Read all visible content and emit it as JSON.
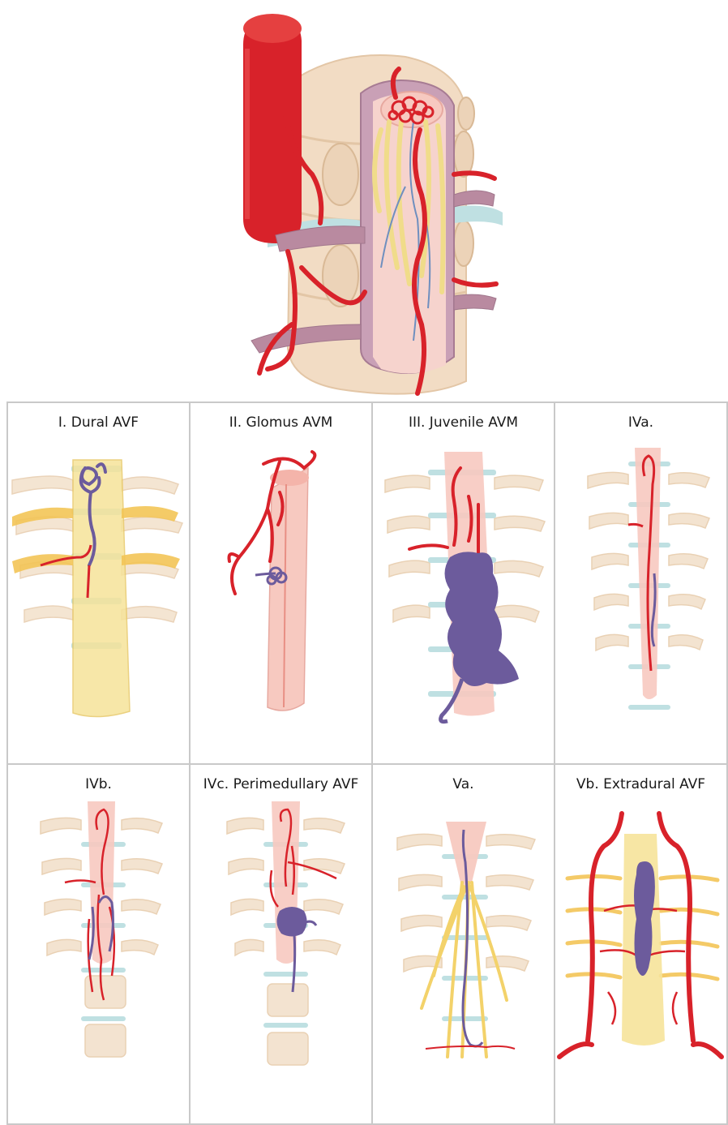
{
  "panels": [
    {
      "id": "I",
      "label": "I. Dural AVF"
    },
    {
      "id": "II",
      "label": "II. Glomus AVM"
    },
    {
      "id": "III",
      "label": "III. Juvenile AVM"
    },
    {
      "id": "IVa",
      "label": "IVa."
    },
    {
      "id": "IVb",
      "label": "IVb."
    },
    {
      "id": "IVc",
      "label": "IVc. Perimedullary AVF"
    },
    {
      "id": "Va",
      "label": "Va."
    },
    {
      "id": "Vb",
      "label": "Vb. Extradural AVF"
    }
  ],
  "colors": {
    "artery": "#d8222a",
    "vein": "#6c5b9c",
    "bone": "#f2dfc8",
    "bone_outline": "#e6c9a8",
    "cord": "#f7c9c0",
    "dura": "#b98aa0",
    "nerve": "#f0dc8a",
    "disc": "#bfe0e2",
    "dural_sac": "#f6e39a"
  }
}
